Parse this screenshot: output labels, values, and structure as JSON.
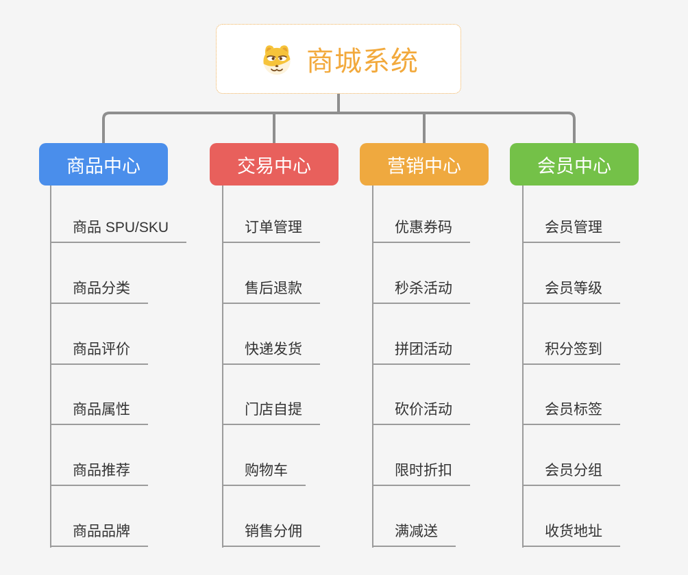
{
  "page": {
    "background_color": "#f5f5f5"
  },
  "root": {
    "title": "商城系统",
    "icon": "doge-face-icon",
    "title_color": "#f2a93c",
    "border_color": "#efaf55"
  },
  "connectors": {
    "main_line_color": "#8e8e8e",
    "leaf_line_color": "#9b9b9b"
  },
  "branches": [
    {
      "label": "商品中心",
      "color": "#4a8eeb",
      "items": [
        "商品 SPU/SKU",
        "商品分类",
        "商品评价",
        "商品属性",
        "商品推荐",
        "商品品牌"
      ]
    },
    {
      "label": "交易中心",
      "color": "#e8605c",
      "items": [
        "订单管理",
        "售后退款",
        "快递发货",
        "门店自提",
        "购物车",
        "销售分佣"
      ]
    },
    {
      "label": "营销中心",
      "color": "#efa93f",
      "items": [
        "优惠券码",
        "秒杀活动",
        "拼团活动",
        "砍价活动",
        "限时折扣",
        "满减送"
      ]
    },
    {
      "label": "会员中心",
      "color": "#74c148",
      "items": [
        "会员管理",
        "会员等级",
        "积分签到",
        "会员标签",
        "会员分组",
        "收货地址"
      ]
    }
  ]
}
